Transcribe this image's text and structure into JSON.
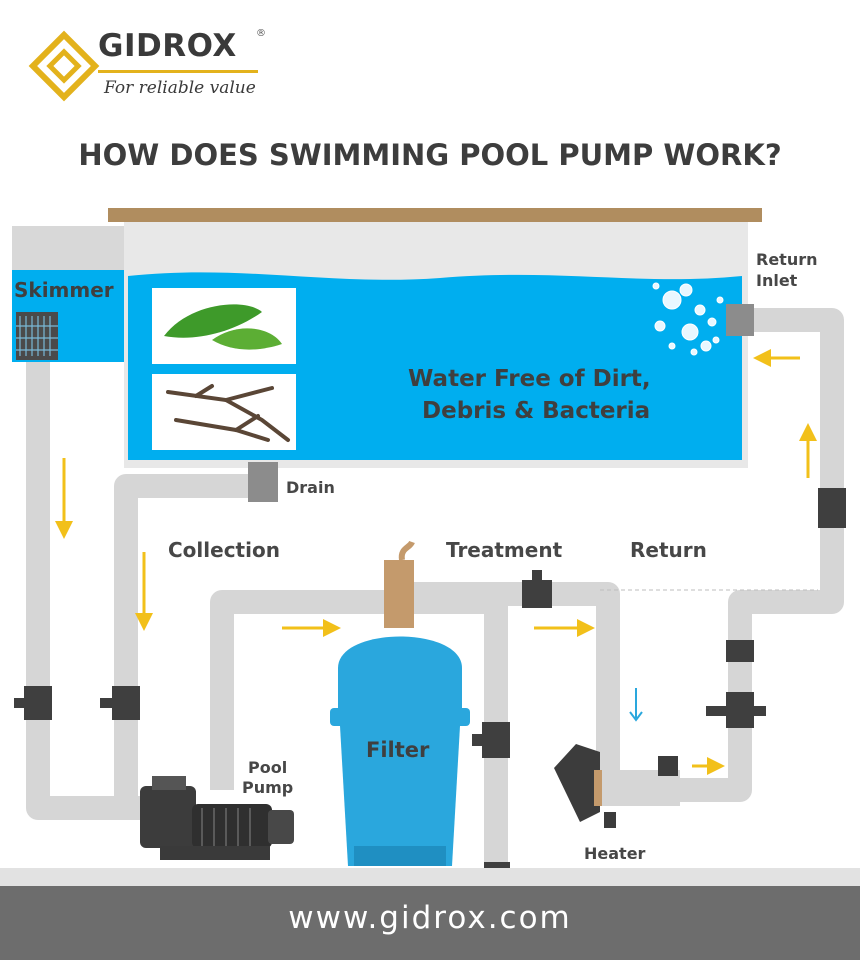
{
  "brand": {
    "name": "GIDROX",
    "registered": "®",
    "tagline": "For reliable value",
    "accent": "#e3b21c"
  },
  "title": "HOW DOES SWIMMING POOL PUMP WORK?",
  "labels": {
    "skimmer": "Skimmer",
    "return_inlet_line1": "Return",
    "return_inlet_line2": "Inlet",
    "water_line1": "Water Free of Dirt,",
    "water_line2": "Debris & Bacteria",
    "drain": "Drain",
    "collection": "Collection",
    "treatment": "Treatment",
    "return": "Return",
    "pool_pump_line1": "Pool",
    "pool_pump_line2": "Pump",
    "filter": "Filter",
    "heater": "Heater"
  },
  "footer": {
    "url": "www.gidrox.com"
  },
  "colors": {
    "water": "#00aeef",
    "pipe": "#d6d6d6",
    "filter": "#2aa7dd",
    "arrow": "#f2c01a",
    "deck": "#b08d5f"
  },
  "icons": [
    "gidrox-logo-icon",
    "leaf-icon",
    "twig-icon",
    "bubbles-icon",
    "pump-icon",
    "heater-icon"
  ]
}
